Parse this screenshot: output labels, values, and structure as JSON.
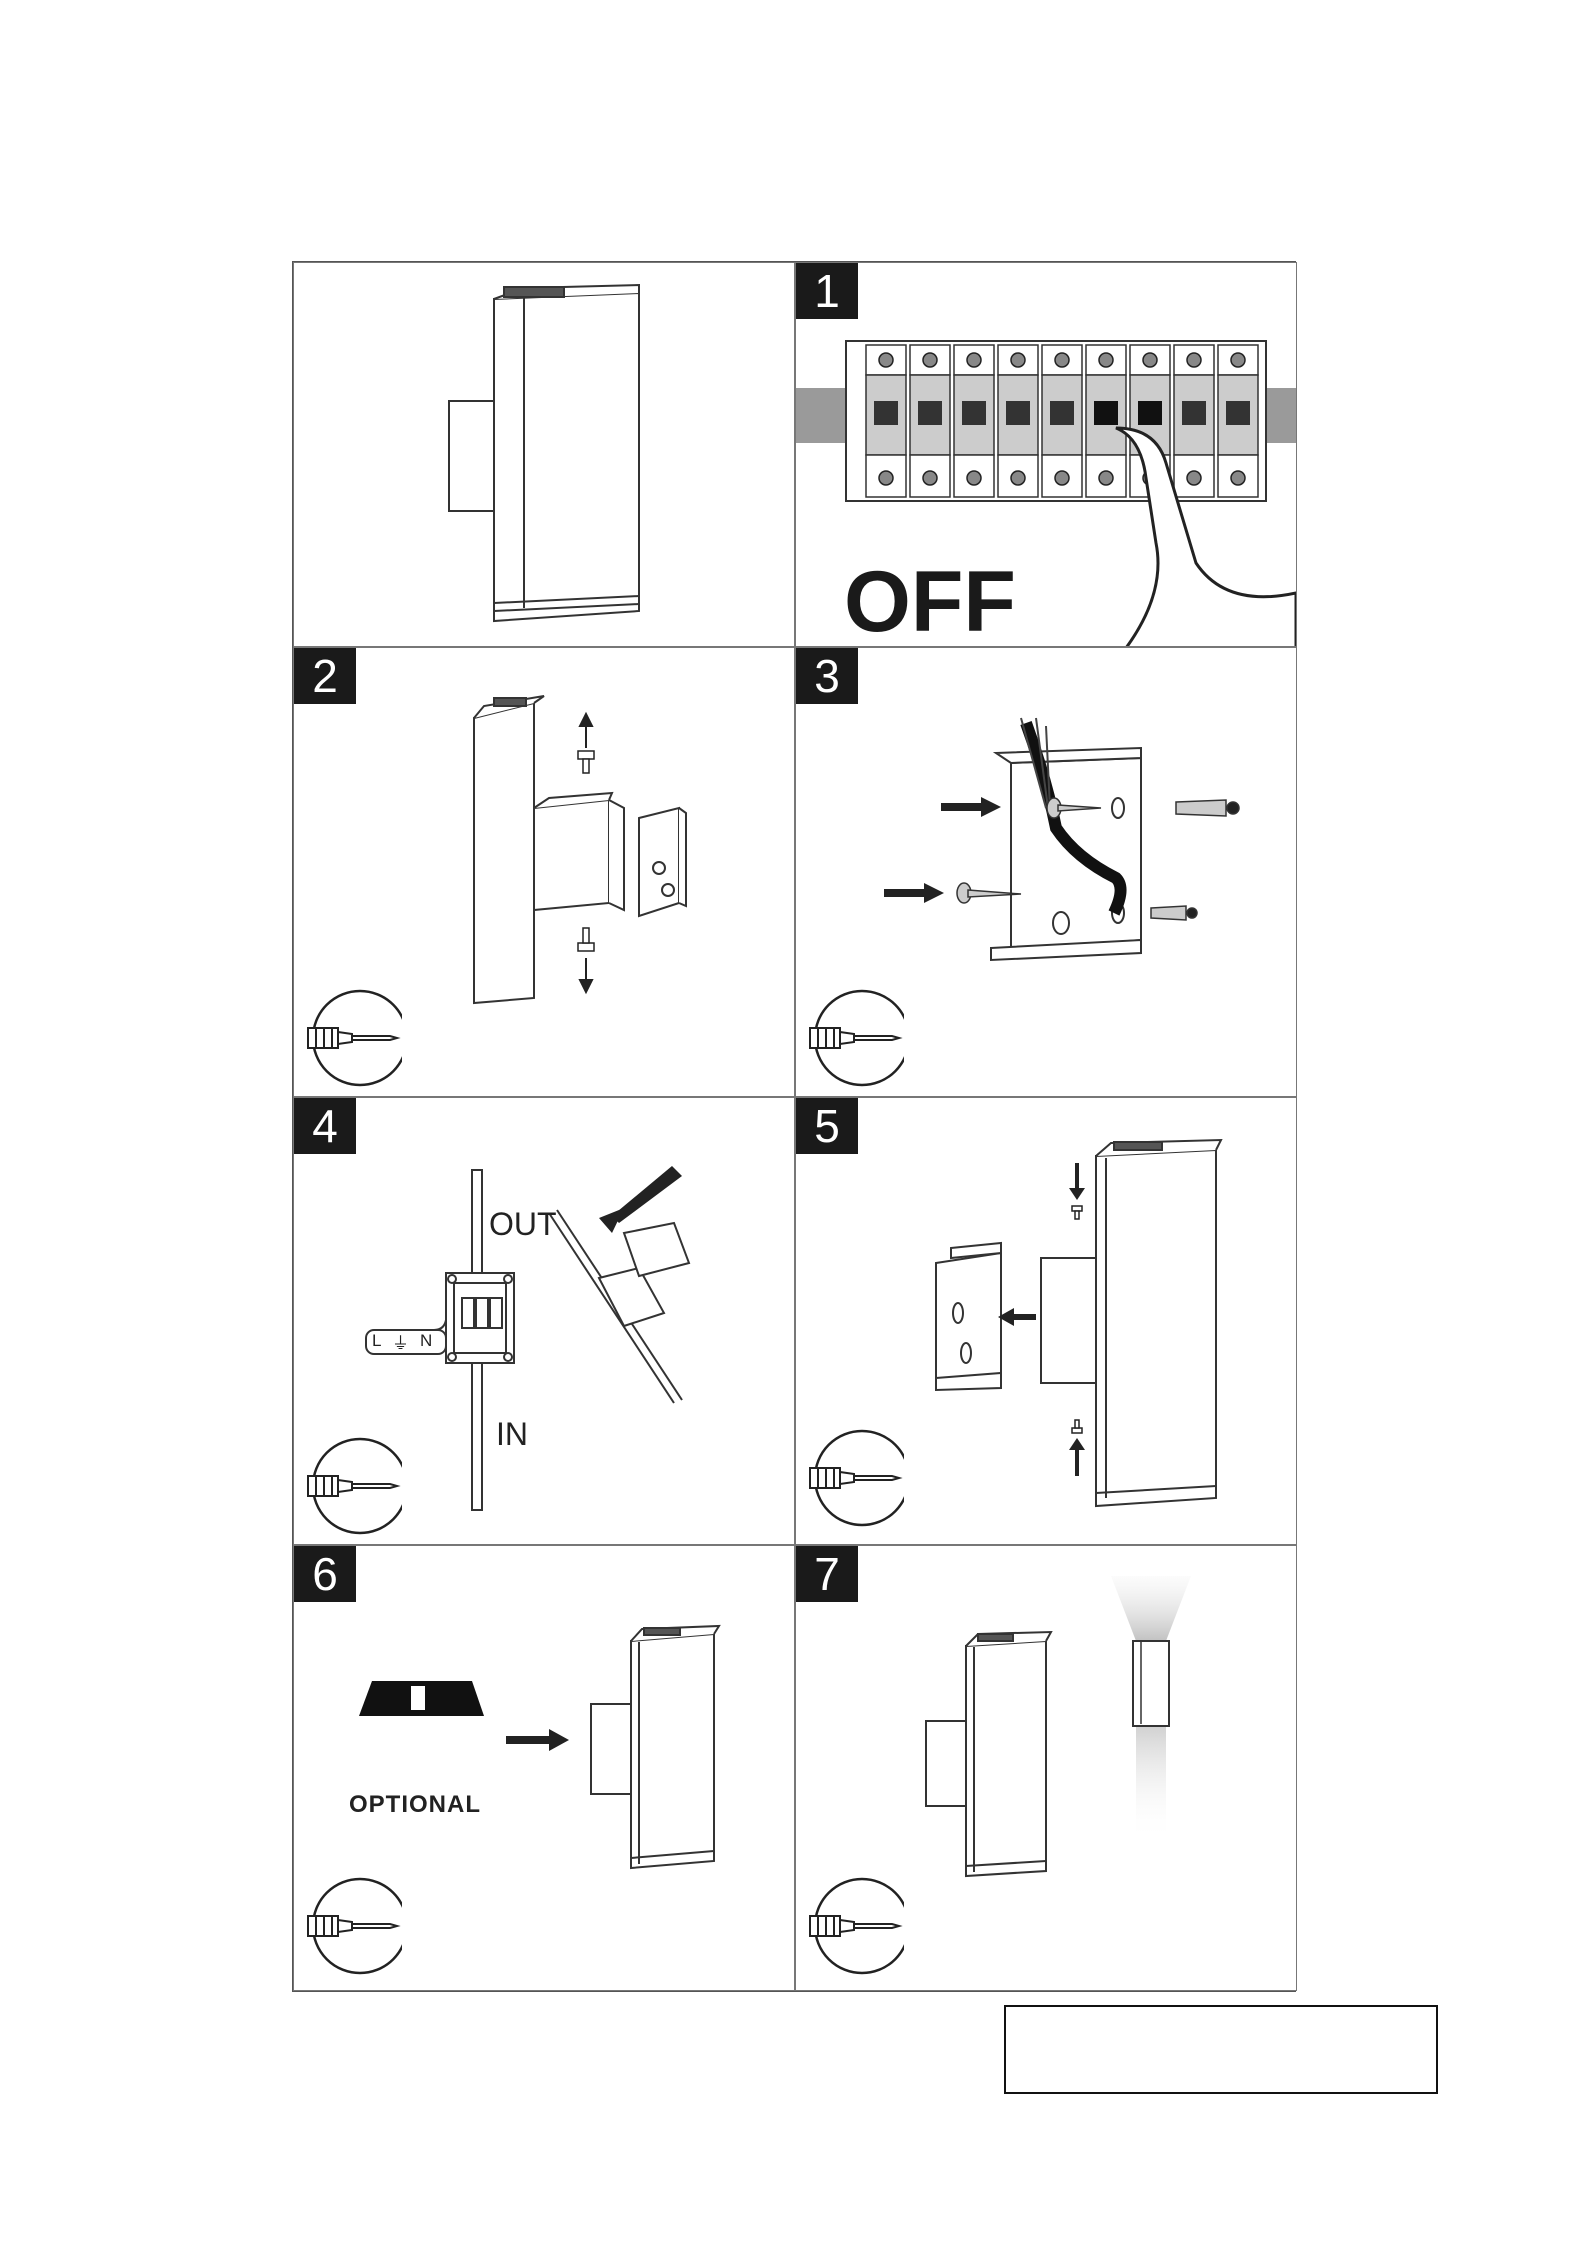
{
  "steps": [
    {
      "number": ""
    },
    {
      "number": "1",
      "caption": "OFF"
    },
    {
      "number": "2"
    },
    {
      "number": "3"
    },
    {
      "number": "4",
      "out_label": "OUT",
      "in_label": "IN",
      "terminal_labels": [
        "L",
        "N"
      ]
    },
    {
      "number": "5"
    },
    {
      "number": "6",
      "optional_label": "OPTIONAL"
    },
    {
      "number": "7"
    }
  ],
  "icons": {
    "tool": "screwdriver-icon",
    "arrow": "arrow-icon",
    "breaker": "circuit-breaker-icon"
  }
}
